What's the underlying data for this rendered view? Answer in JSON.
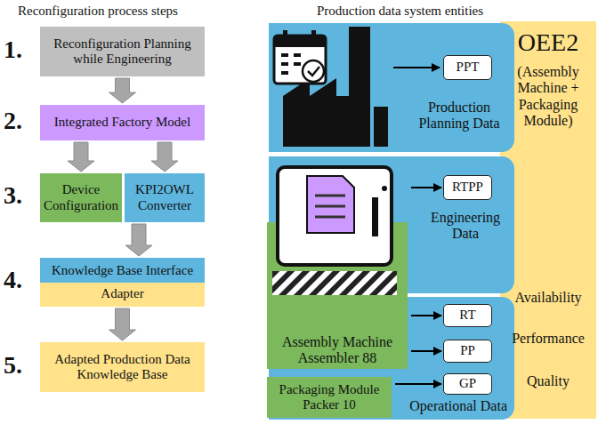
{
  "diagram": {
    "nodes": [
      {
        "text": [
          "Reconfiguration Planning while Engineering"
        ]
      },
      {
        "text": [
          "Integrated Factory Model"
        ]
      },
      {
        "text": [
          "Device Configuration"
        ]
      },
      {
        "text": [
          "KPI2OWL Converter"
        ]
      },
      {
        "text": [
          "Knowledge Base Interface",
          "Adapter"
        ]
      },
      {
        "text": [
          "Adapted Production Data Knowledge Base"
        ]
      },
      {
        "text": [
          "OEE2",
          "(Assembly Machine + Packaging Module)",
          "Availability",
          "Performance",
          "Quality"
        ]
      },
      {
        "text": [
          "Production Planning Data"
        ]
      },
      {
        "text": [
          "PPT"
        ],
        "in": 7
      },
      {
        "text": [
          "Engineering Data"
        ]
      },
      {
        "text": [
          "RTPP"
        ],
        "in": 9
      },
      {
        "text": [
          "Operational Data"
        ]
      },
      {
        "text": [
          "RT"
        ],
        "in": 11
      },
      {
        "text": [
          "PP"
        ],
        "in": 11
      },
      {
        "text": [
          "GP"
        ],
        "in": 11
      },
      {
        "text": [
          "Assembly Machine Assembler 88"
        ]
      },
      {
        "text": [
          "Packaging Module Packer 10"
        ]
      }
    ],
    "edges": [
      {
        "from": 0,
        "to": 1,
        "arrow": "to"
      },
      {
        "from": 1,
        "to": 2,
        "arrow": "to"
      },
      {
        "from": 1,
        "to": 3,
        "arrow": "to"
      },
      {
        "from": 3,
        "to": 4,
        "arrow": "to"
      },
      {
        "from": 4,
        "to": 5,
        "arrow": "to"
      },
      {
        "from": 15,
        "to": 10,
        "arrow": "to"
      },
      {
        "from": 15,
        "to": 12,
        "arrow": "to"
      },
      {
        "from": 15,
        "to": 13,
        "arrow": "to"
      },
      {
        "from": 16,
        "to": 14,
        "arrow": "to"
      }
    ],
    "labels": [
      "Reconfiguration process steps",
      "1.",
      "2.",
      "3.",
      "4.",
      "5.",
      "Production data system entities"
    ]
  }
}
